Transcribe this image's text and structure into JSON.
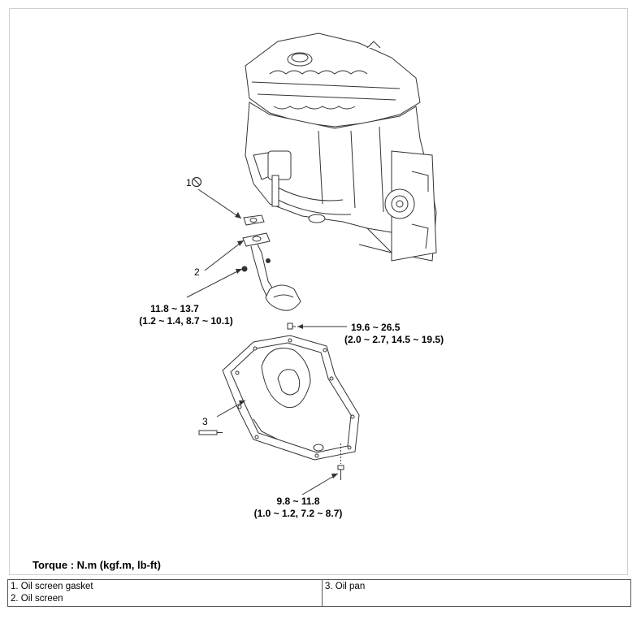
{
  "callouts": {
    "c1": "1",
    "c2": "2",
    "c3": "3"
  },
  "torque_specs": [
    {
      "line1": "11.8 ~ 13.7",
      "line2": "(1.2 ~ 1.4, 8.7 ~ 10.1)"
    },
    {
      "line1": "19.6 ~ 26.5",
      "line2": "(2.0 ~ 2.7, 14.5 ~ 19.5)"
    },
    {
      "line1": "9.8 ~ 11.8",
      "line2": "(1.0 ~ 1.2, 7.2 ~ 8.7)"
    }
  ],
  "torque_unit_label": "Torque : N.m (kgf.m, lb-ft)",
  "legend": {
    "items": [
      "1. Oil screen gasket",
      "2. Oil screen",
      "3. Oil pan"
    ]
  },
  "colors": {
    "line": "#333333",
    "frame": "#cfcfcf"
  }
}
